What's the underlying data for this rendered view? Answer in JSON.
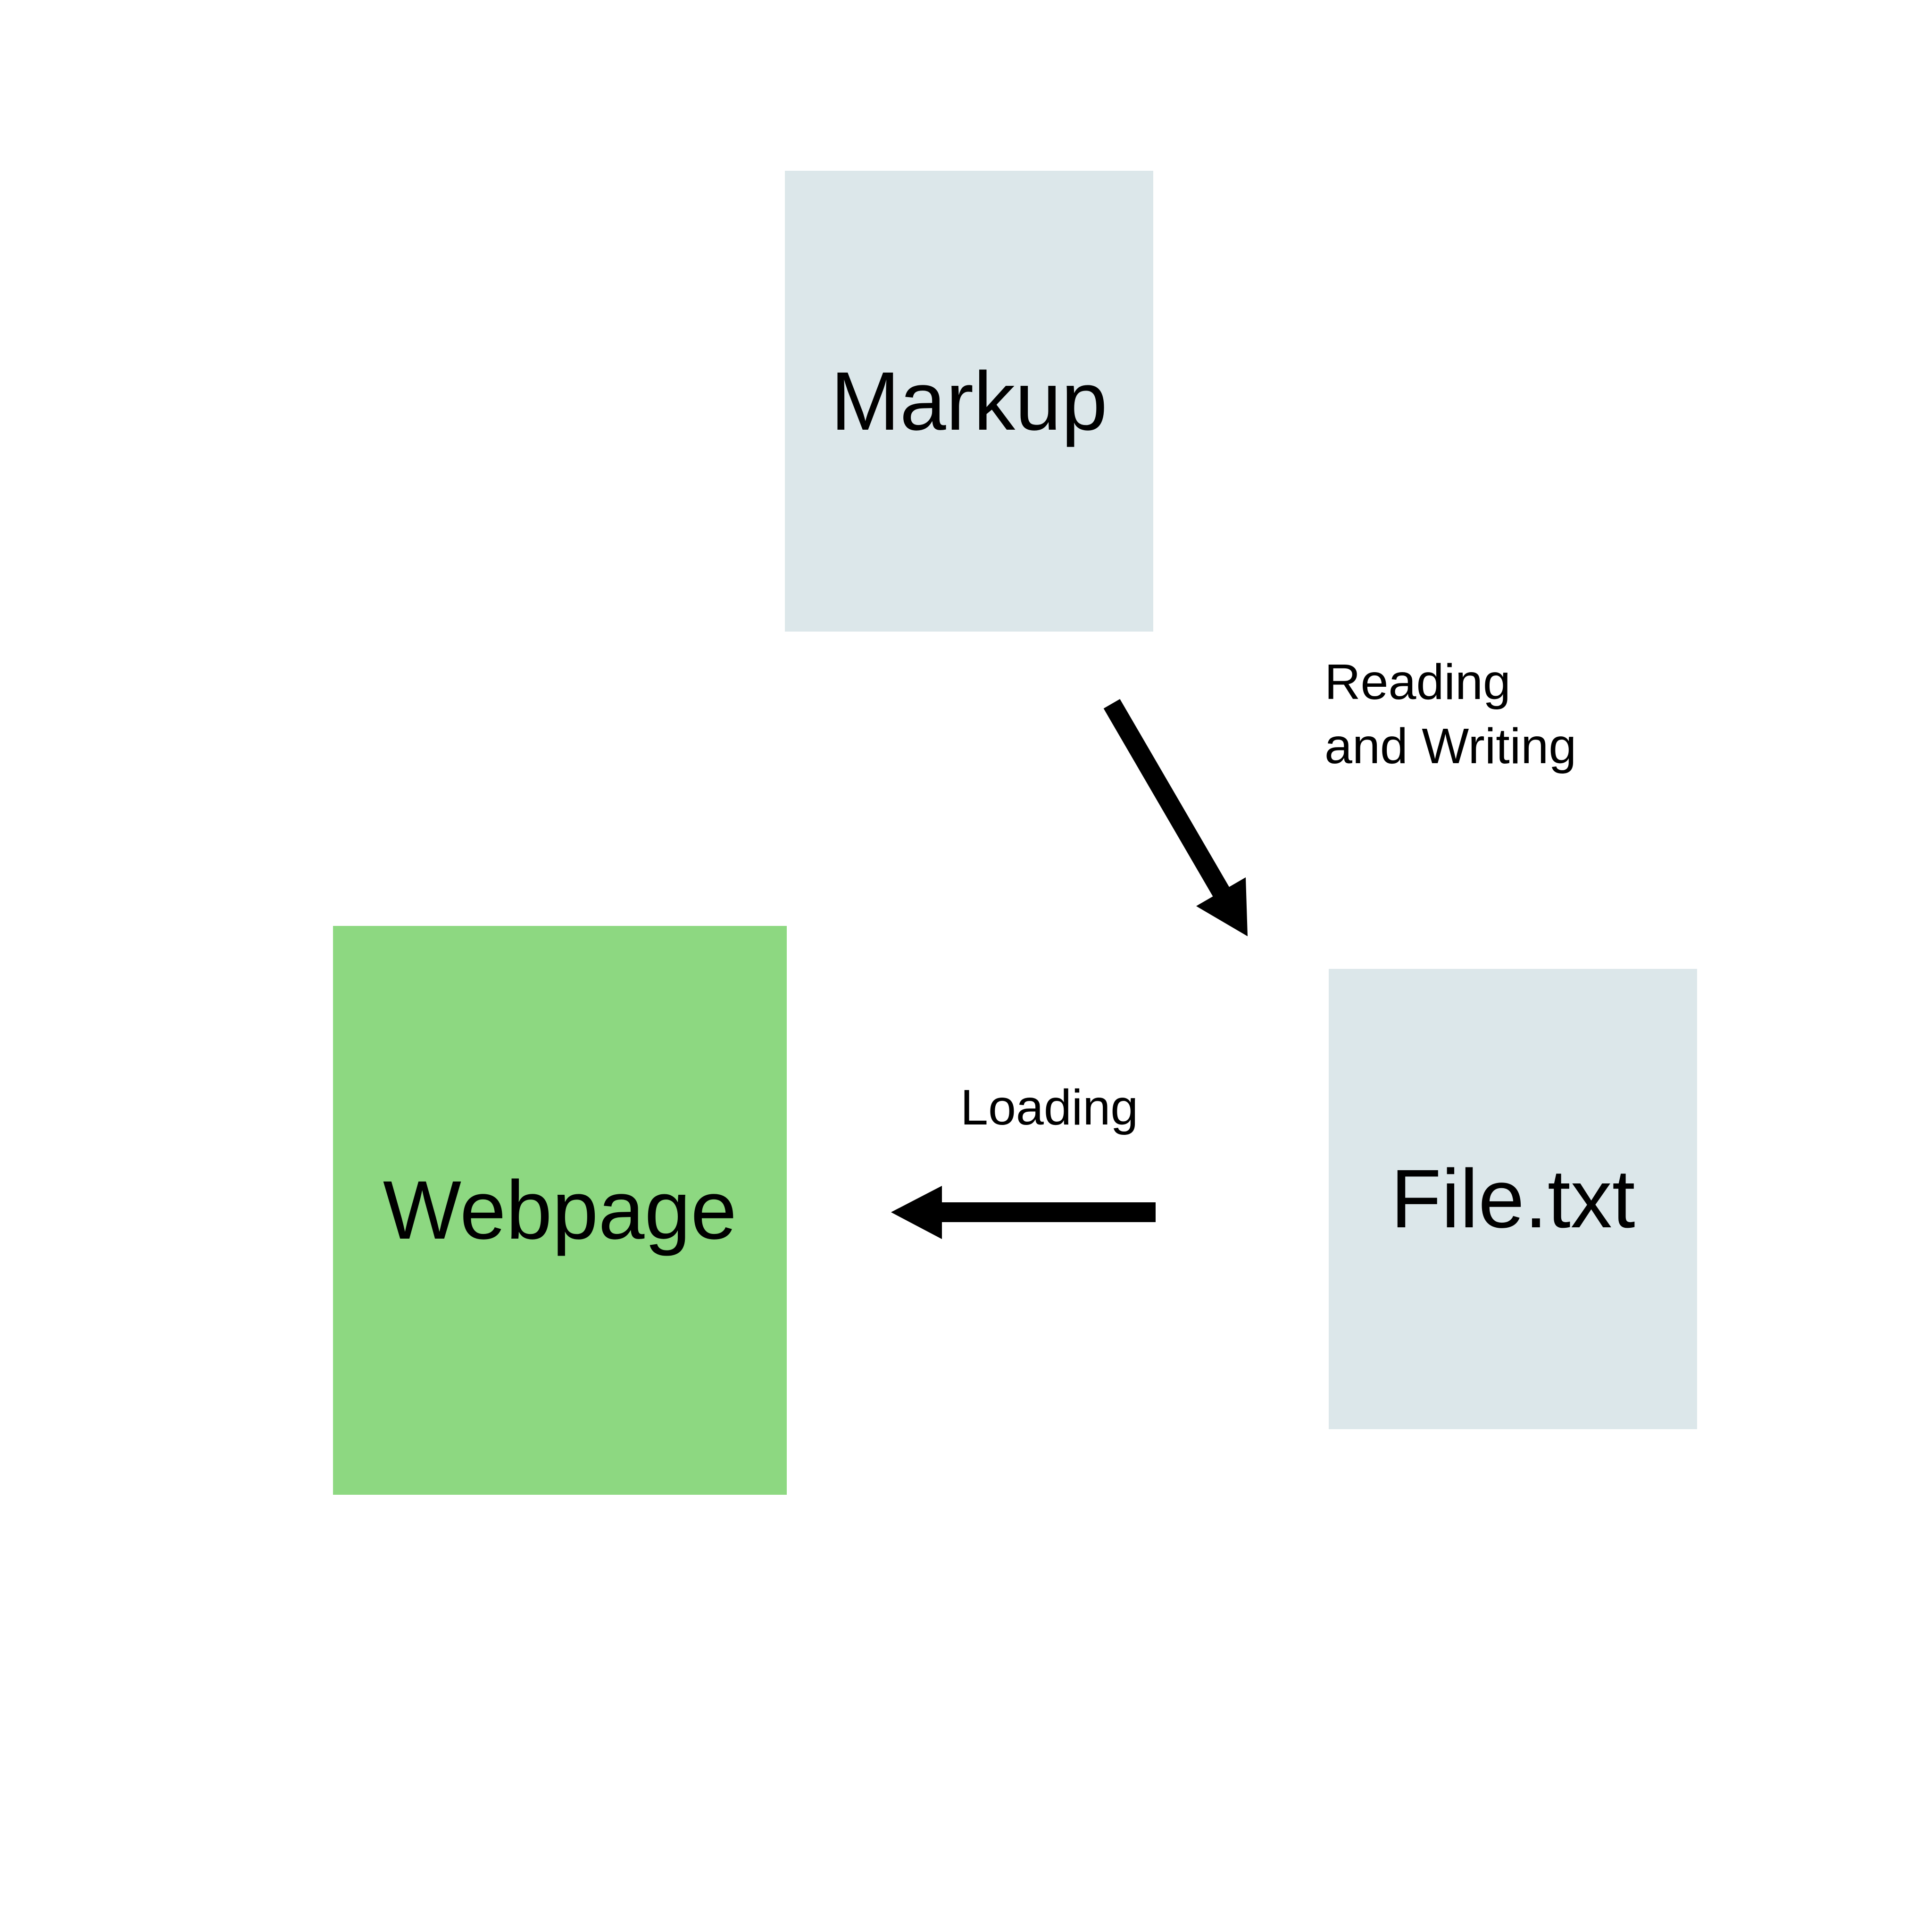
{
  "diagram": {
    "nodes": {
      "markup": {
        "label": "Markup",
        "color": "#dce7ea"
      },
      "file": {
        "label": "File.txt",
        "color": "#dce7ea"
      },
      "webpage": {
        "label": "Webpage",
        "color": "#8dd881"
      }
    },
    "edges": {
      "markup_to_file": {
        "label_line1": "Reading",
        "label_line2": "and Writing"
      },
      "file_to_webpage": {
        "label": "Loading"
      }
    },
    "arrow_color": "#000000"
  }
}
